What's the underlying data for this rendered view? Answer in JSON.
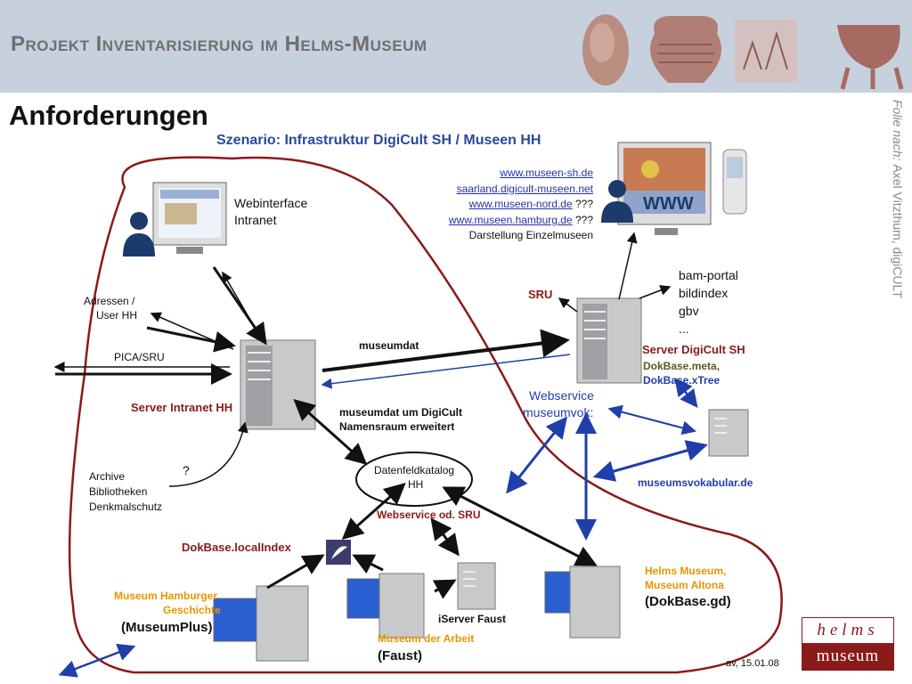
{
  "header": {
    "title": "Projekt Inventarisierung im Helms-Museum"
  },
  "slide": {
    "heading": "Anforderungen",
    "side_credit": {
      "prefix": "Folie nach:",
      "name": "Axel Vitzthum, digiCULT"
    },
    "diagram_title": "Szenario: Infrastruktur DigiCult SH / Museen HH"
  },
  "labels": {
    "webinterface": "Webinterface",
    "intranet": "Intranet",
    "adressen": "Adressen /",
    "user_hh": "User HH",
    "pica_sru": "PICA/SRU",
    "server_intranet": "Server Intranet HH",
    "museumdat": "museumdat",
    "museumdat_erw1": "museumdat um DigiCult",
    "museumdat_erw2": "Namensraum erweitert",
    "archive": "Archive",
    "bibliotheken": "Bibliotheken",
    "denkmalschutz": "Denkmalschutz",
    "question": "?",
    "datenfeld1": "Datenfeldkatalog",
    "datenfeld2": "HH",
    "webservice_sru": "Webservice od. SRU",
    "dokbase_local": "DokBase.localIndex",
    "sru": "SRU",
    "server_digicult": "Server DigiCult SH",
    "dokbase_meta": "DokBase.meta,",
    "dokbase_xtree": "DokBase.xTree",
    "webservice": "Webservice",
    "museumvok": "museumvok:",
    "museumsvokabular": "museumsvokabular.de",
    "iserver_faust": "iServer Faust",
    "museum_arbeit": "Museum der Arbeit",
    "faust": "(Faust)",
    "mhg1": "Museum Hamburger",
    "mhg2": "Geschichte",
    "museumplus": "(MuseumPlus)",
    "helms1": "Helms Museum,",
    "helms2": "Museum Altona",
    "dokbase_gd": "(DokBase.gd)",
    "date": "av, 15.01.08",
    "www": "WWW",
    "darstellung": "Darstellung Einzelmuseen"
  },
  "portal_list": [
    "bam-portal",
    "bildindex",
    "gbv",
    "..."
  ],
  "links": [
    {
      "url": "www.museen-sh.de",
      "suffix": ""
    },
    {
      "url": "saarland.digicult-museen.net",
      "suffix": ""
    },
    {
      "url": "www.museen-nord.de",
      "suffix": " ???"
    },
    {
      "url": "www.museen.hamburg.de",
      "suffix": " ???"
    }
  ],
  "logo": {
    "top": "helms",
    "bottom": "museum"
  },
  "colors": {
    "header_bg": "#c7d0dd",
    "brand_red": "#8b1a1a",
    "link_blue": "#2233aa",
    "arrow_blue": "#1f3faa",
    "orange": "#e69500"
  }
}
